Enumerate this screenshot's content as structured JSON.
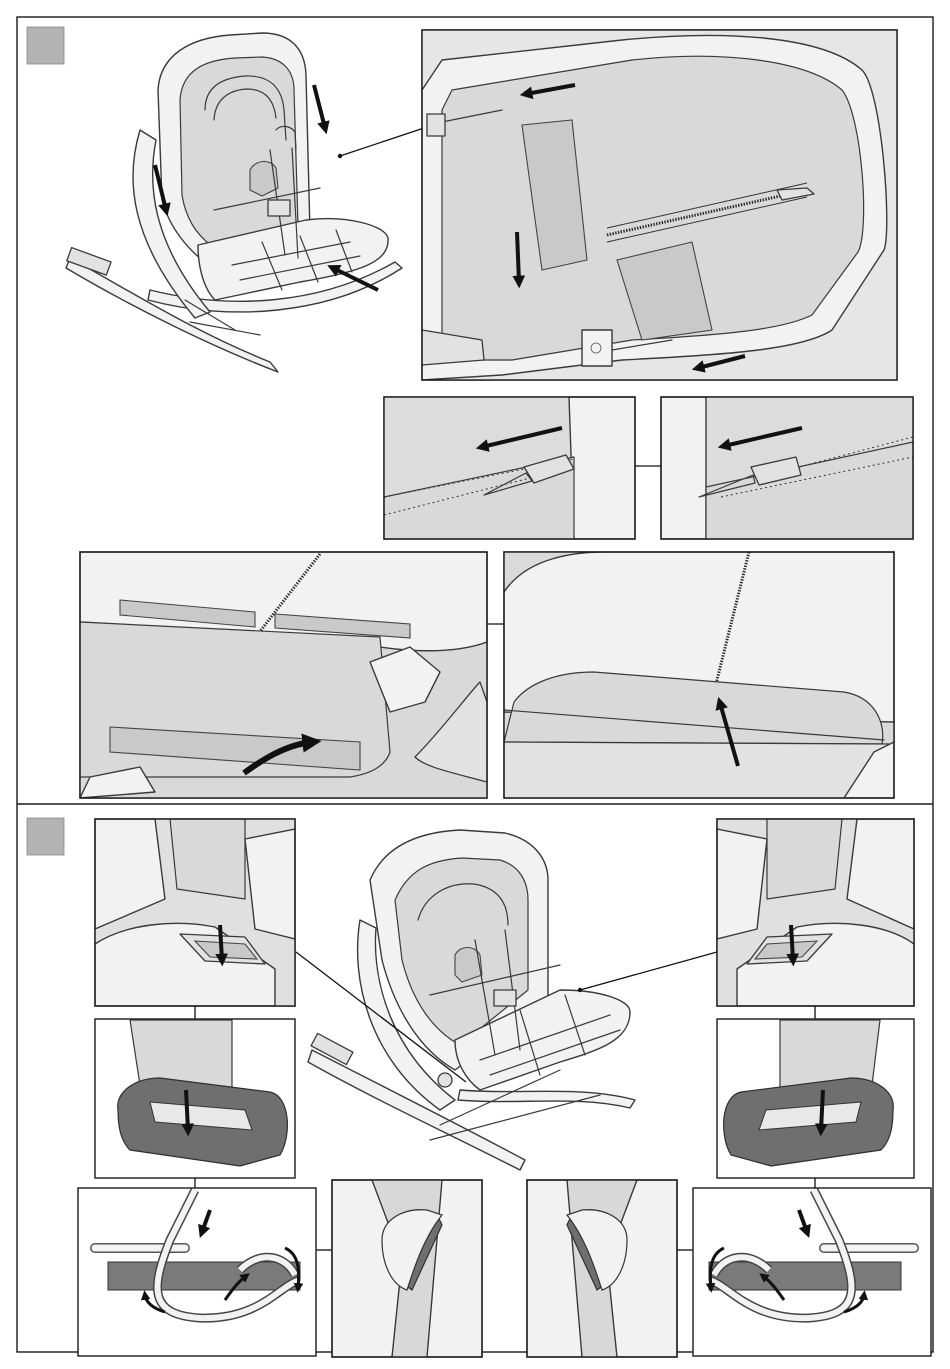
{
  "sections": [
    {
      "id": "step-1",
      "step_badge_color": "#b3b3b3",
      "insets": [
        "backrest-cover-arrows",
        "zipper-pull-left",
        "zipper-pull-right",
        "cover-flap-bottom",
        "cover-flap-zip"
      ]
    },
    {
      "id": "step-2",
      "step_badge_color": "#b3b3b3",
      "insets": [
        "strap-slot-left",
        "buckle-plate-left",
        "strap-loop-left",
        "strap-clip-left",
        "strap-clip-right",
        "strap-loop-right",
        "buckle-plate-right",
        "strap-slot-right"
      ]
    }
  ],
  "colors": {
    "outline": "#1a1a1a",
    "render_grey": "#d9d9d9",
    "plastic_light": "#f2f2f2",
    "buckle_dark": "#6f6f6f",
    "arrow": "#111111"
  }
}
